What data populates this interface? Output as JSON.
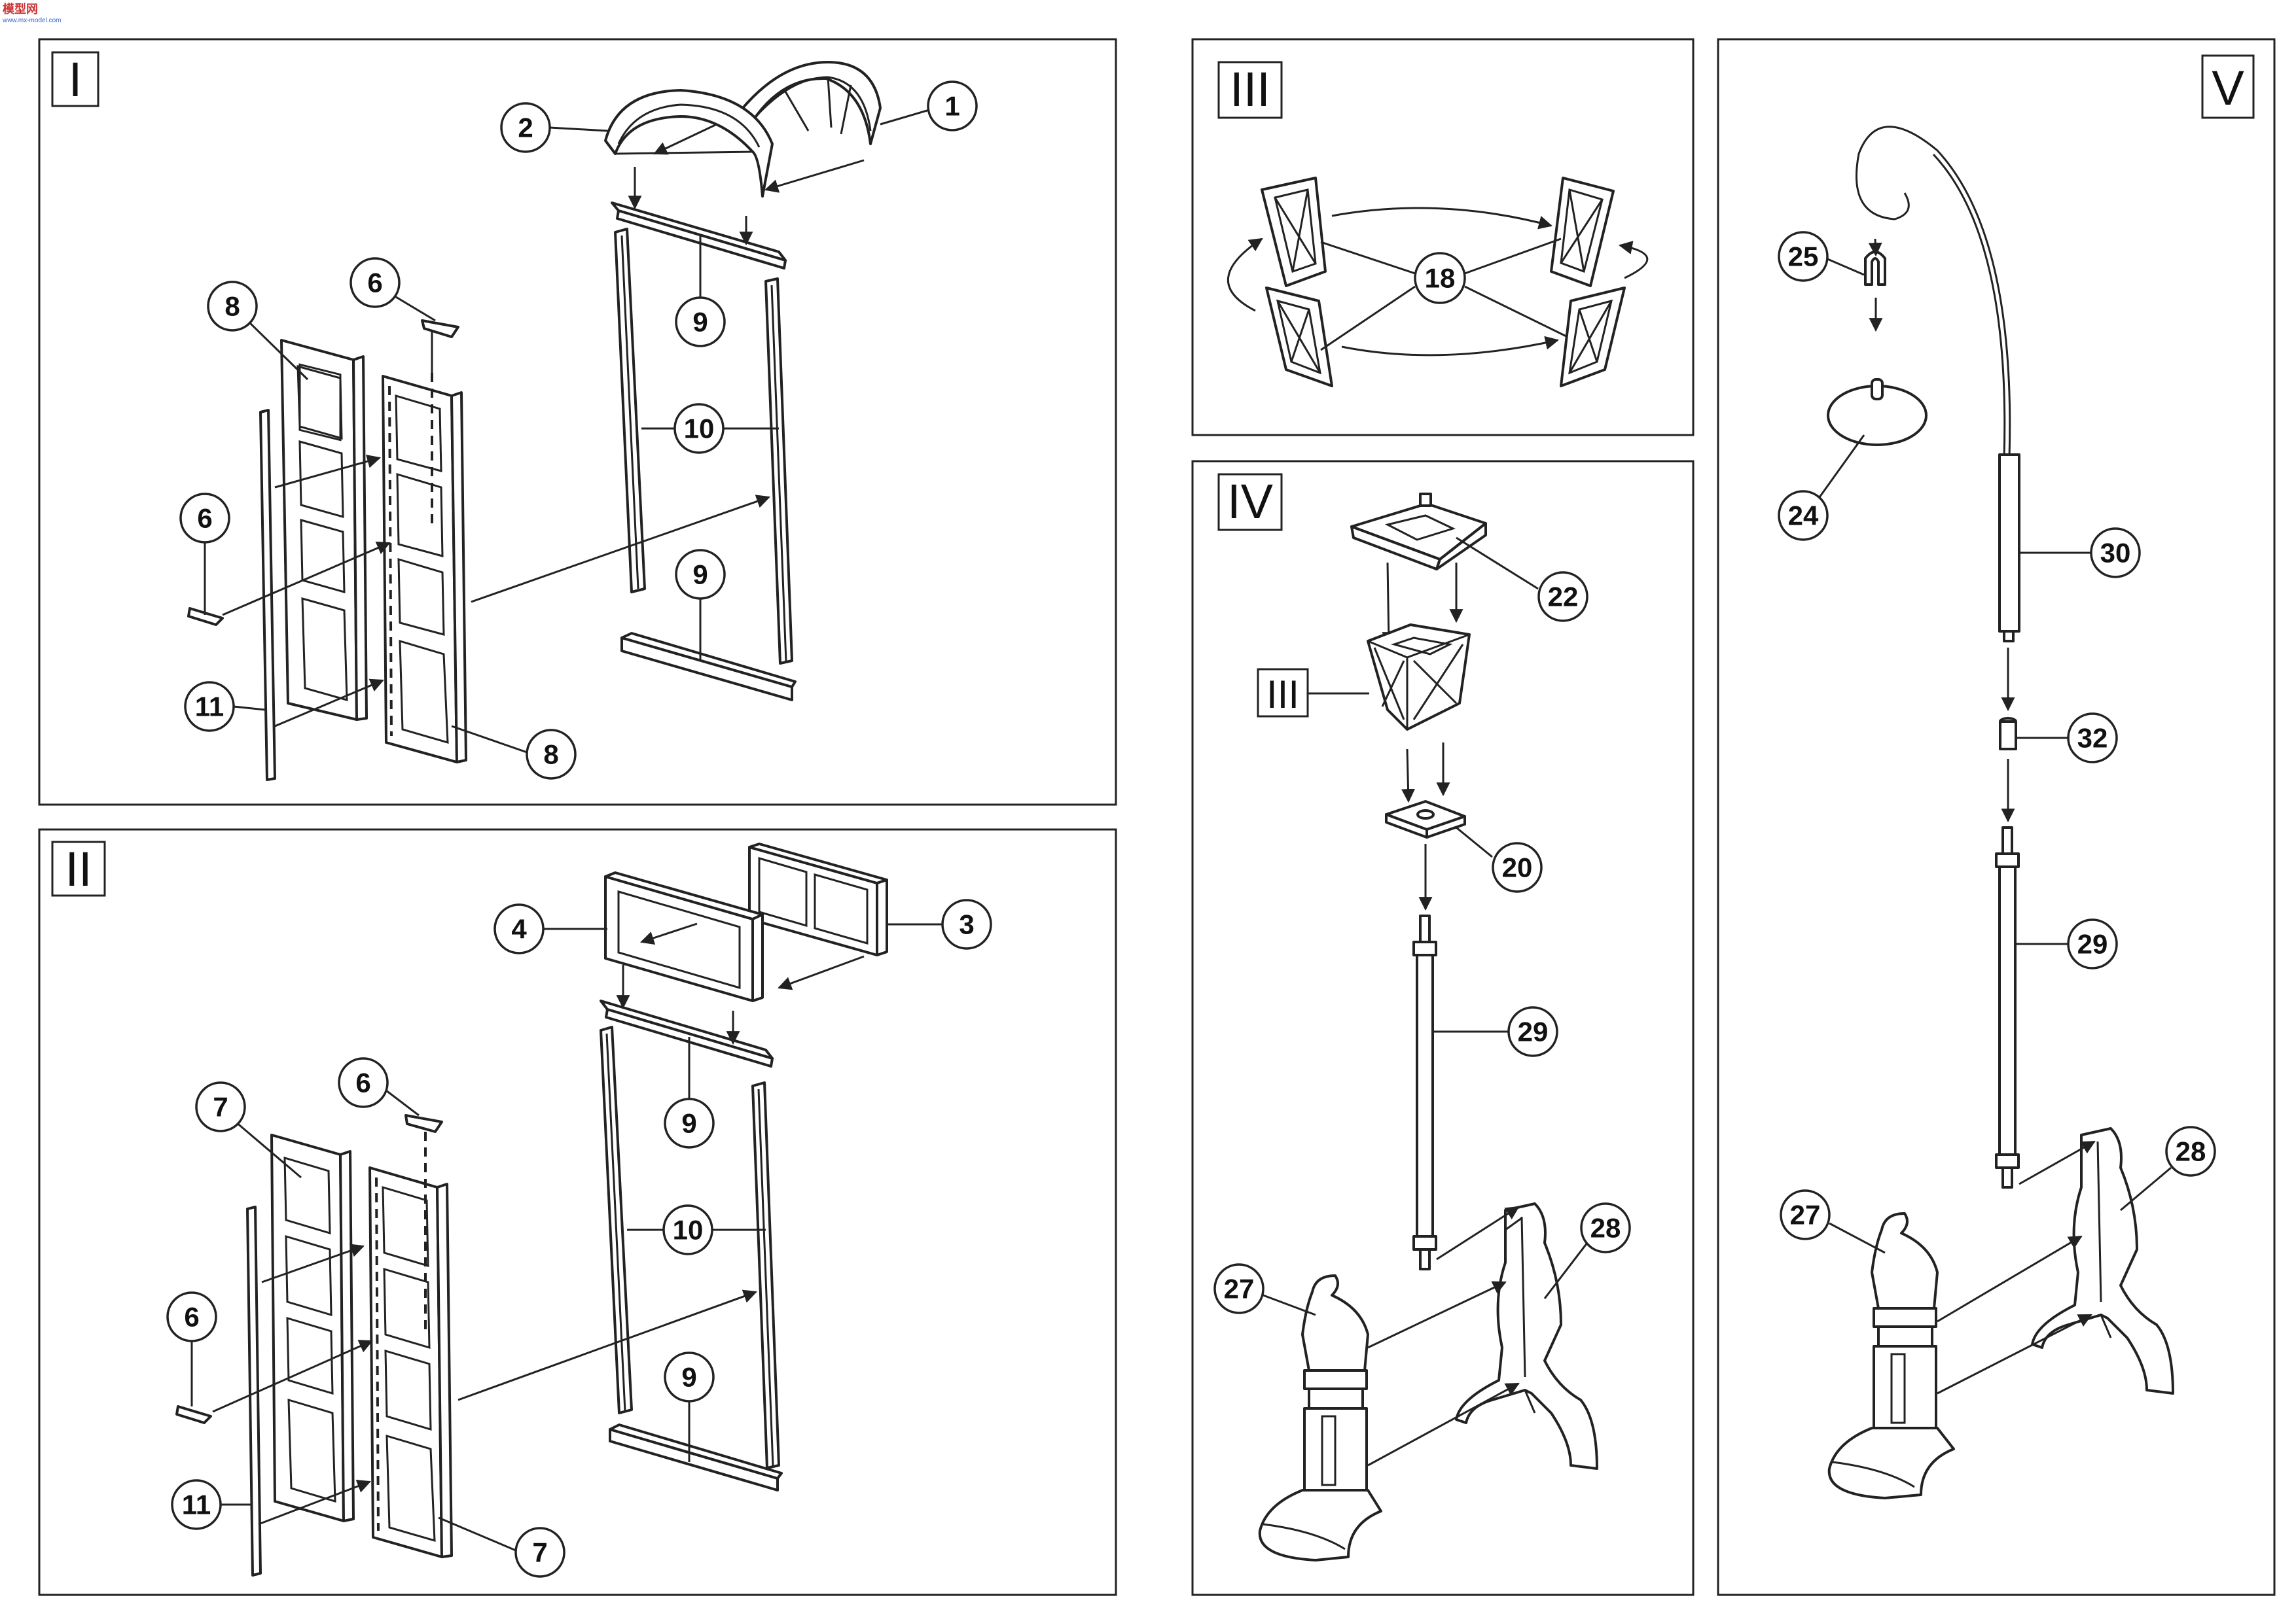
{
  "watermark": {
    "text": "模型网",
    "sub": "www.mx-model.com"
  },
  "panels": {
    "I": {
      "label": "I"
    },
    "II": {
      "label": "II"
    },
    "III": {
      "label": "III"
    },
    "IV": {
      "label": "IV",
      "sub_label": "III"
    },
    "V": {
      "label": "V"
    }
  },
  "callouts": {
    "I": [
      "1",
      "2",
      "9",
      "10",
      "9",
      "8",
      "6",
      "6",
      "11",
      "8"
    ],
    "II": [
      "4",
      "3",
      "9",
      "10",
      "9",
      "7",
      "6",
      "6",
      "11",
      "7"
    ],
    "III": [
      "18"
    ],
    "IV": [
      "22",
      "20",
      "29",
      "27",
      "28"
    ],
    "V": [
      "25",
      "24",
      "30",
      "32",
      "29",
      "27",
      "28"
    ]
  },
  "colors": {
    "line": "#222222",
    "background": "#ffffff",
    "shade": "#e9e9e9"
  }
}
